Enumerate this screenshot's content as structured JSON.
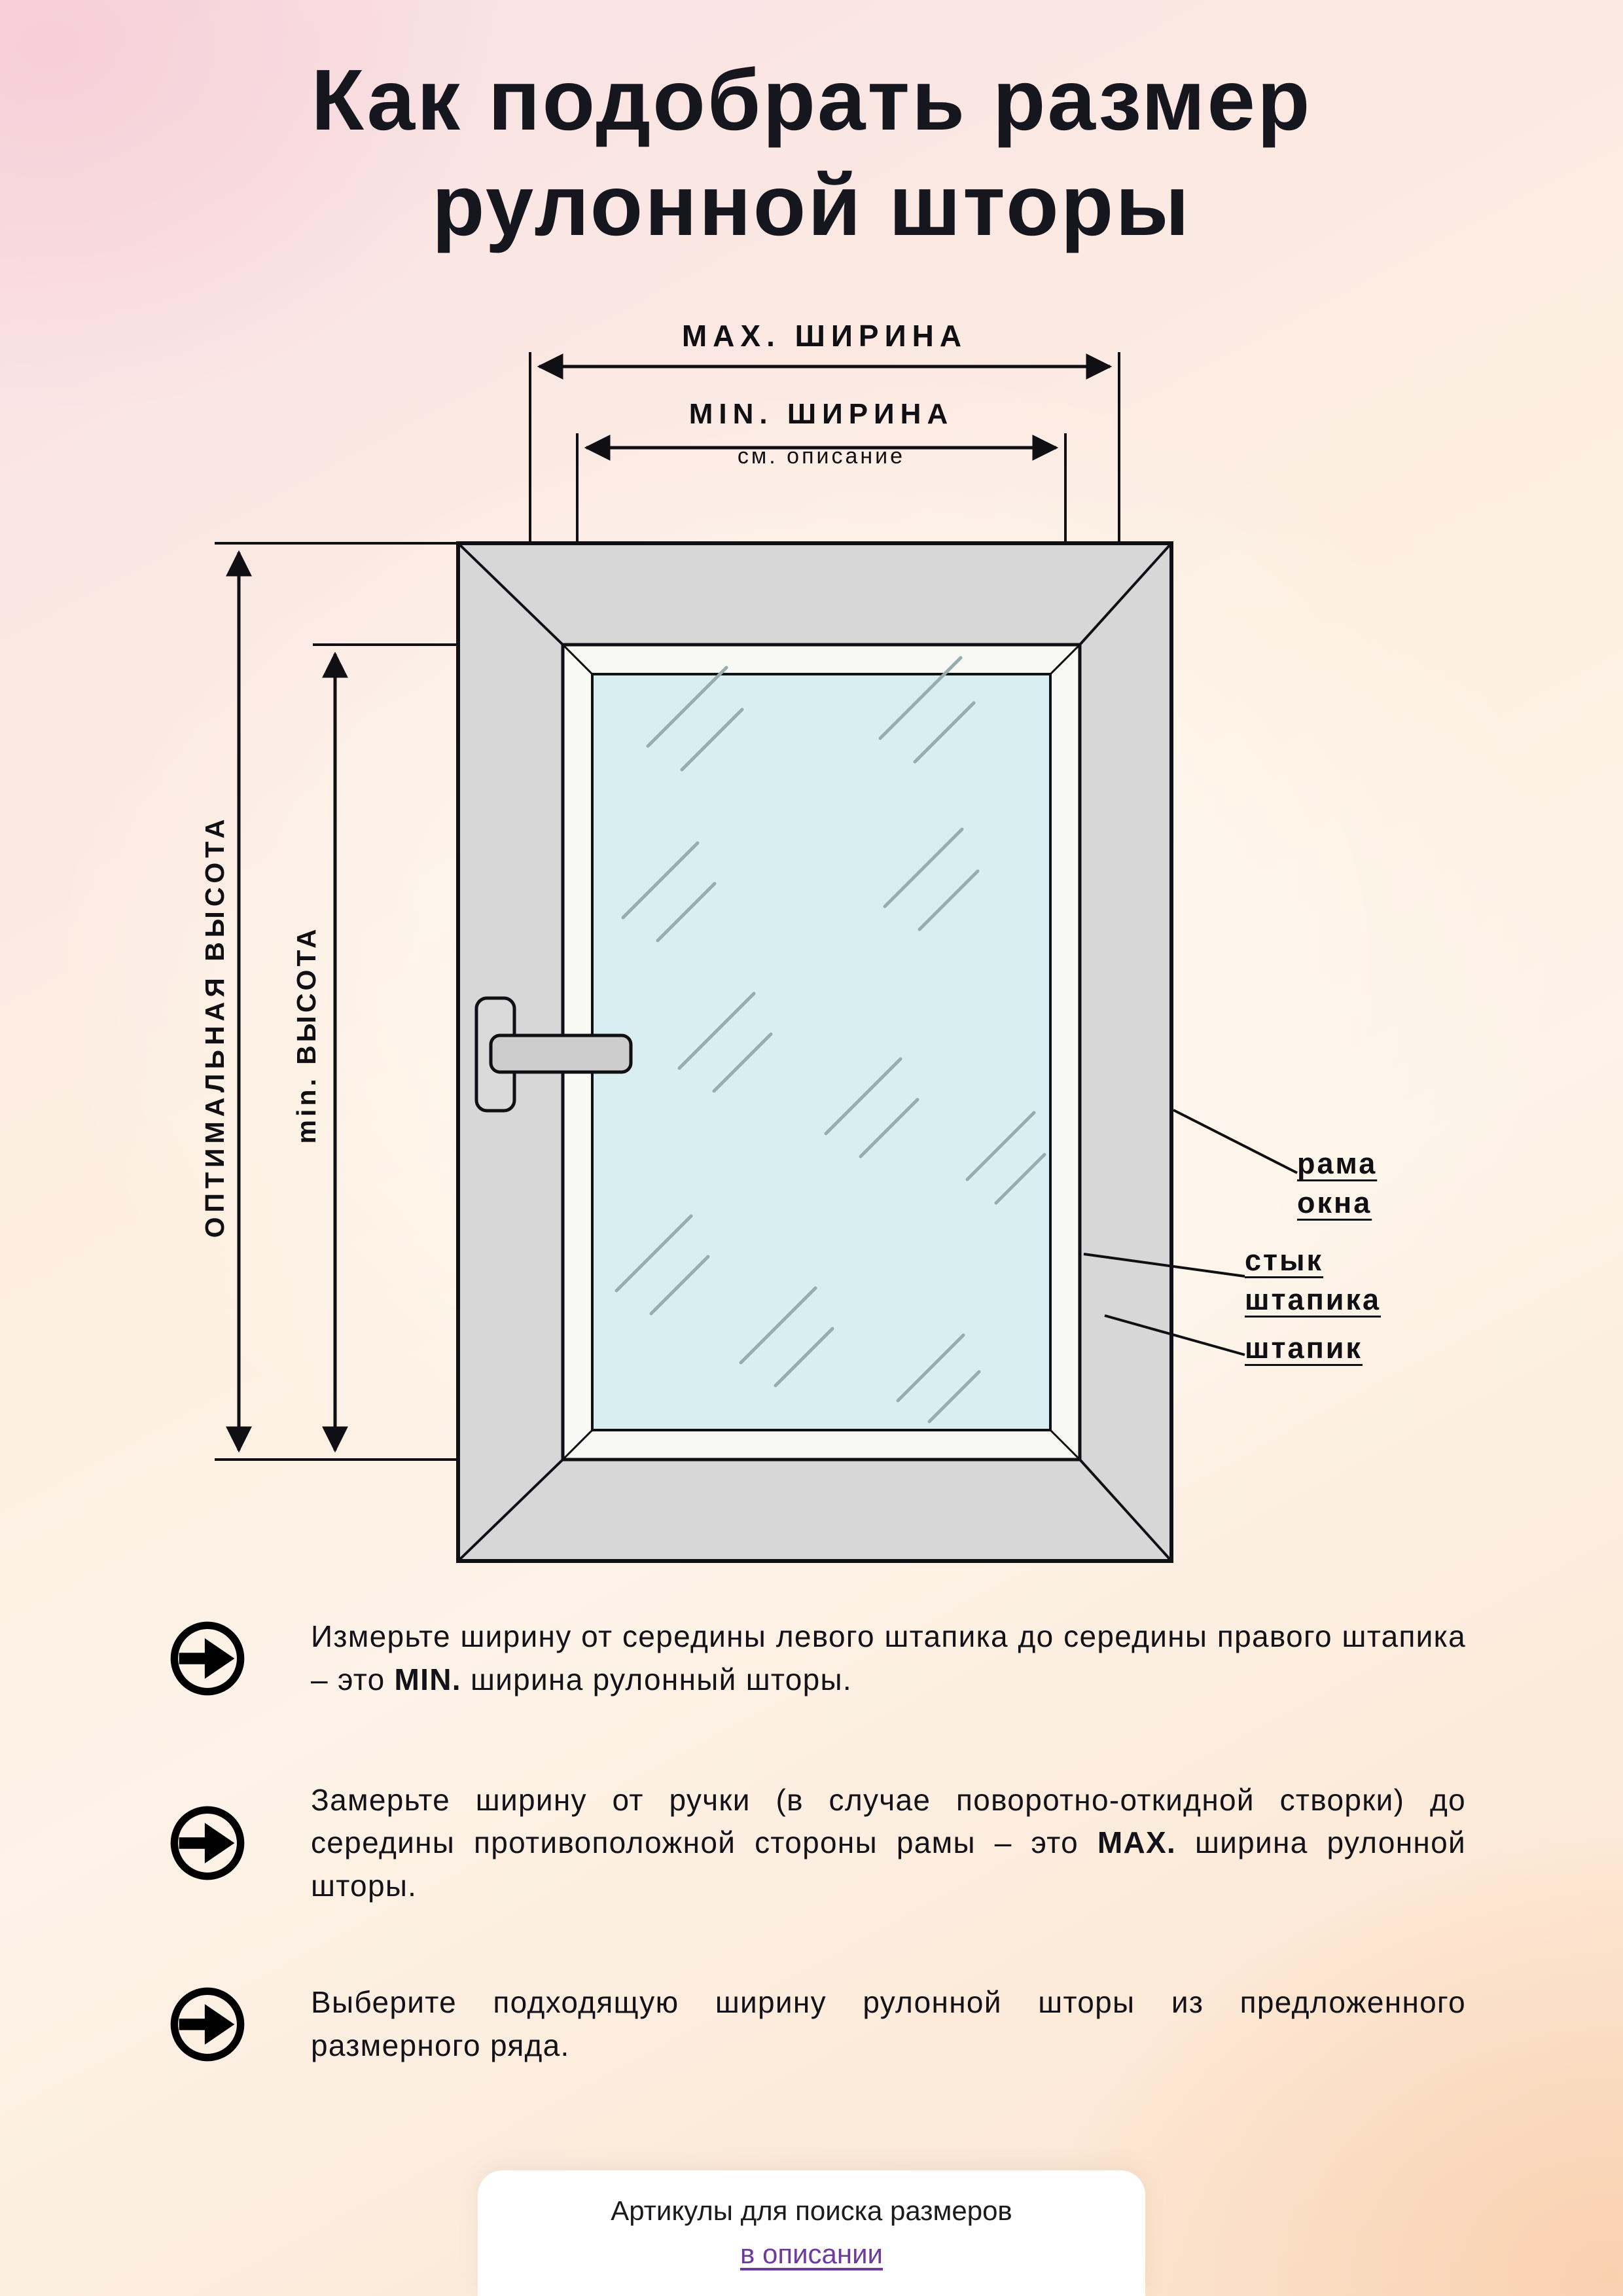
{
  "title": {
    "line1": "Как подобрать размер",
    "line2": "рулонной шторы"
  },
  "diagram": {
    "max_width_label": "MAX. ШИРИНА",
    "min_width_label": "MIN. ШИРИНА",
    "min_width_note": "см. описание",
    "optimal_height_label": "ОПТИМАЛЬНАЯ ВЫСОТА",
    "min_height_label": "min. ВЫСОТА",
    "callouts": {
      "frame_line1": "рама",
      "frame_line2": "окна",
      "bead_joint_line1": "стык",
      "bead_joint_line2": "штапика",
      "bead": "штапик"
    }
  },
  "steps": [
    {
      "before": "Измерьте ширину от середины левого штапика до середины правого штапика – это ",
      "strong": "MIN.",
      "after": " ширина рулонный шторы."
    },
    {
      "before": "Замерьте ширину от ручки (в случае поворотно-откидной створки) до середины противоположной стороны рамы – это ",
      "strong": "MAX.",
      "after": " ширина рулонной шторы."
    },
    {
      "before": "Выберите подходящую ширину рулонной шторы из предложенного размерного ряда.",
      "strong": "",
      "after": ""
    }
  ],
  "footer": {
    "caption": "Артикулы для поиска размеров",
    "link": "в описании"
  },
  "colors": {
    "accent_link": "#6d3a9e",
    "glass": "#d8eef0",
    "frame_gray": "#d7d7d7",
    "ink": "#101014"
  }
}
